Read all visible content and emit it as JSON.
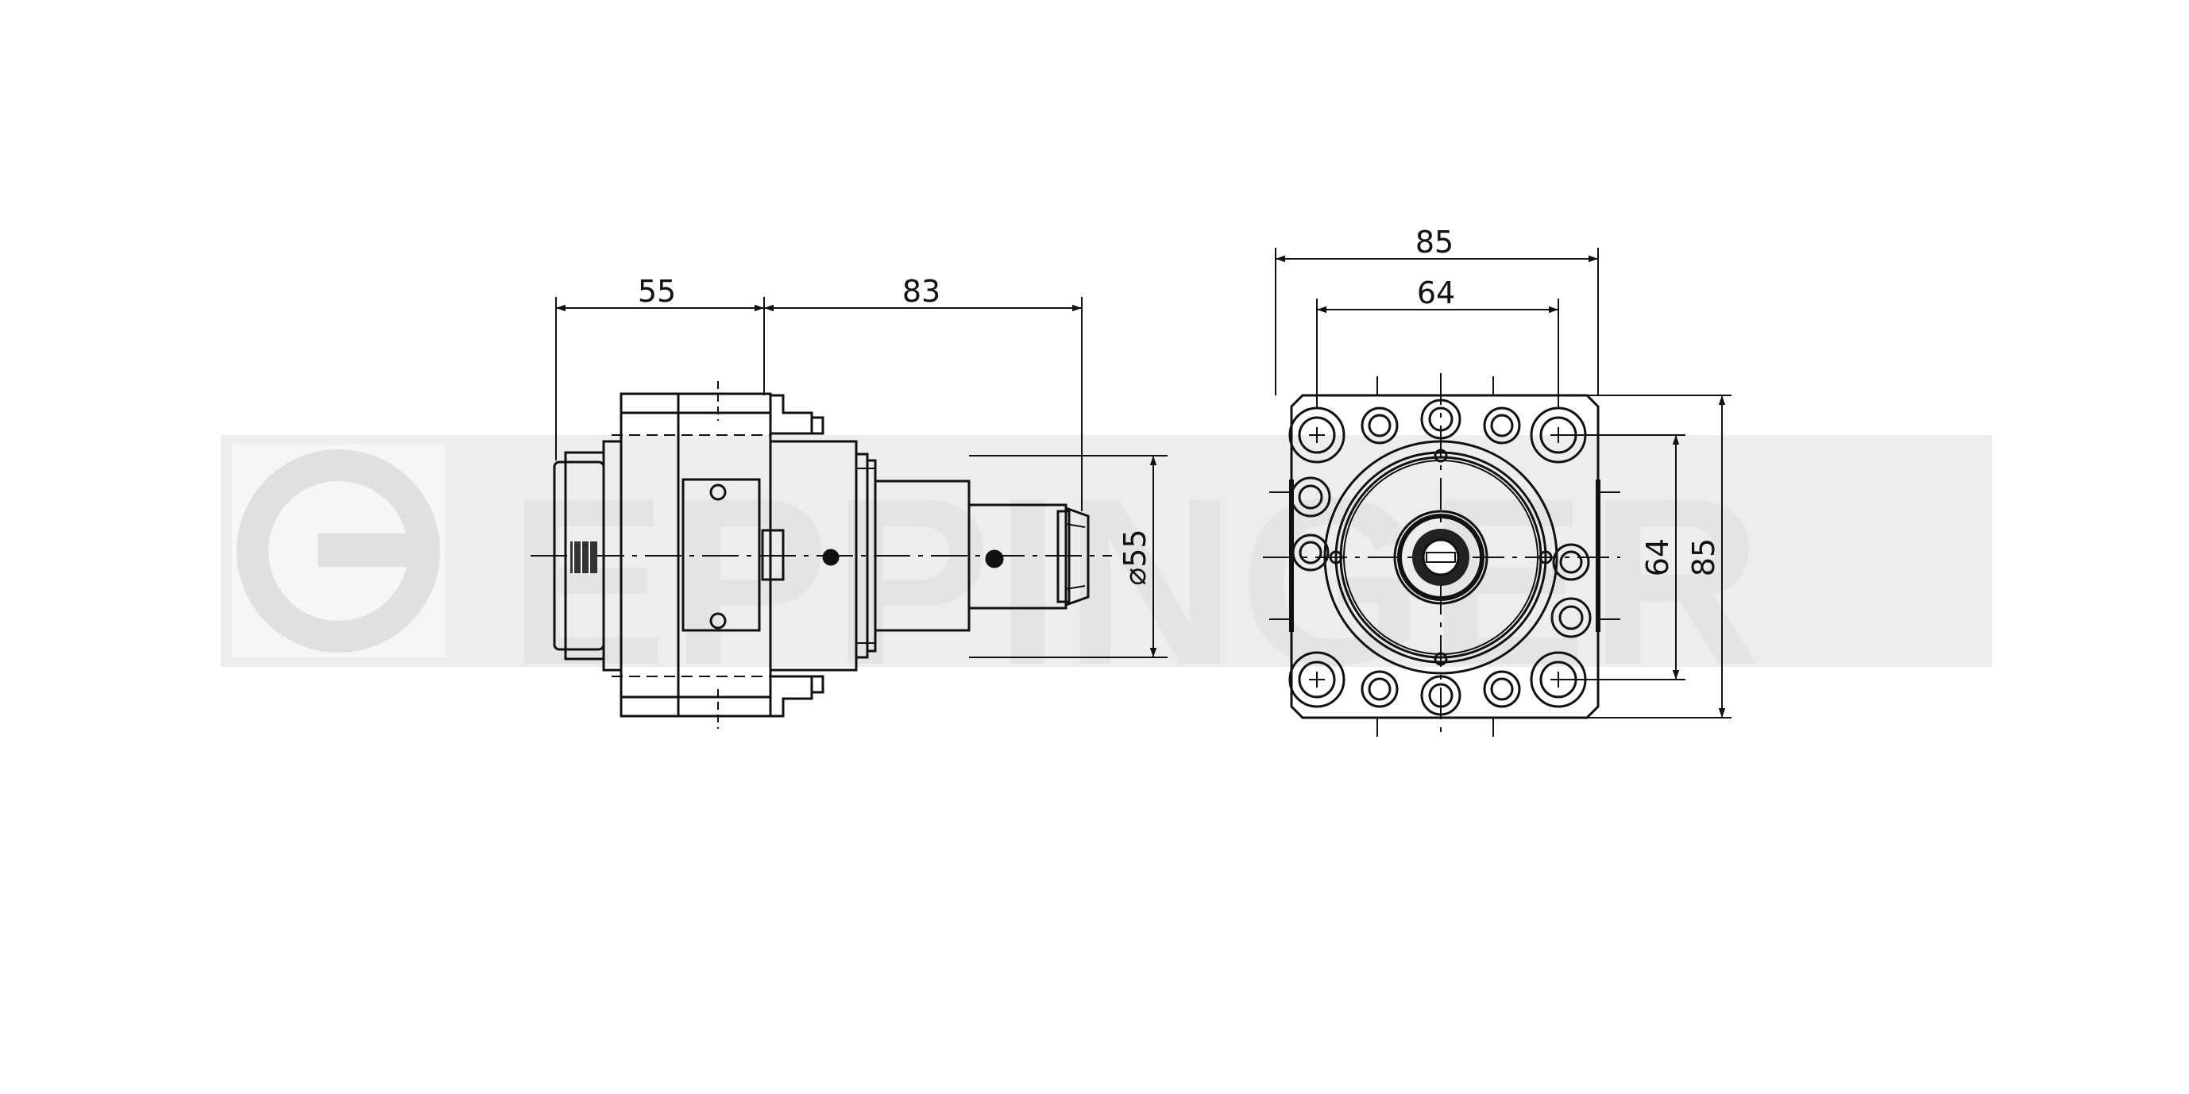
{
  "watermark": {
    "text": "EPPINGER",
    "color": "#e4e4e4"
  },
  "side_view": {
    "dim_flange_width": "55",
    "dim_projection_length": "83",
    "dim_spindle_diameter": "⌀55"
  },
  "front_view": {
    "dim_outer_width": "85",
    "dim_bolt_spacing_horizontal": "64",
    "dim_bolt_spacing_vertical": "64",
    "dim_outer_height": "85"
  },
  "colors": {
    "line": "#111111",
    "background": "#ffffff"
  }
}
